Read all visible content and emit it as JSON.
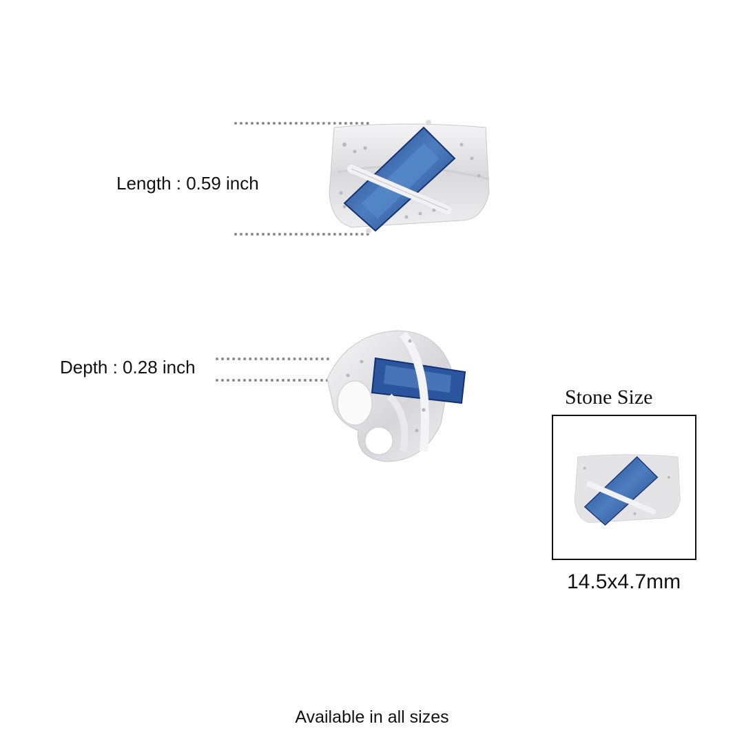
{
  "measurements": {
    "length": {
      "label": "Length : 0.59 inch"
    },
    "depth": {
      "label": "Depth : 0.28 inch"
    }
  },
  "stone": {
    "title": "Stone Size",
    "size": "14.5x4.7mm"
  },
  "footer": {
    "note": "Available in all sizes"
  },
  "colors": {
    "stone_blue": "#2f5a9c",
    "stone_dark": "#1b3a7a",
    "silver": "#e6e6e8",
    "dotted_line": "#8a8a8a"
  },
  "icons": {
    "ring_front": "ring-front-view-image",
    "ring_side": "ring-side-view-image",
    "ring_thumb": "ring-stone-thumbnail-image"
  }
}
